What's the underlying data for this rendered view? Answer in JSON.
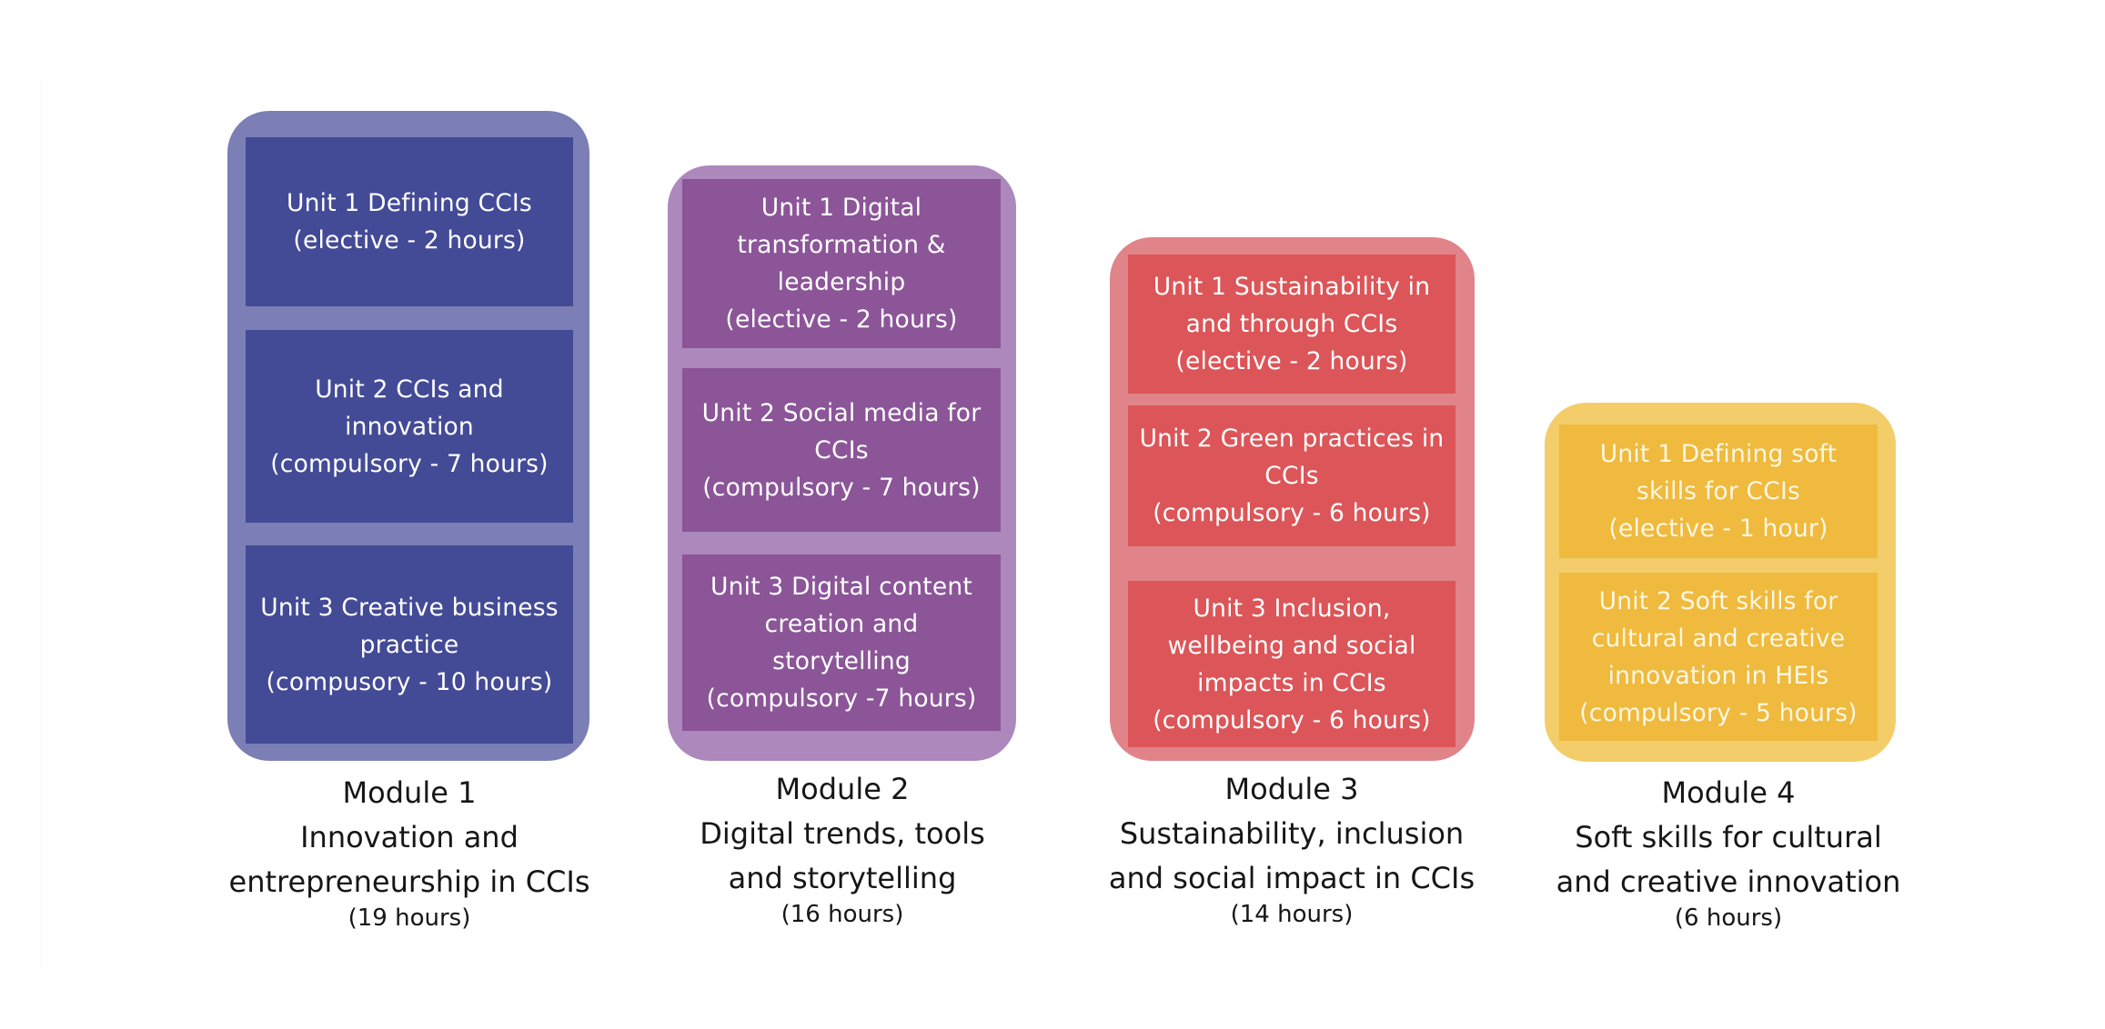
{
  "diagram": {
    "modules": [
      {
        "name": "Module 1",
        "title": "Innovation and\nentrepreneurship in CCIs",
        "hours": "(19 hours)",
        "colors": {
          "outer": "#7b7fb6",
          "inner": "#434a96"
        },
        "units": [
          {
            "text": "Unit 1 Defining CCIs\n(elective - 2 hours)"
          },
          {
            "text": "Unit 2 CCIs and\ninnovation\n(compulsory - 7 hours)"
          },
          {
            "text": "Unit 3 Creative business\npractice\n(compusory - 10 hours)"
          }
        ]
      },
      {
        "name": "Module 2",
        "title": "Digital trends, tools\nand storytelling",
        "hours": "(16 hours)",
        "colors": {
          "outer": "#ac88bd",
          "inner": "#8b5598"
        },
        "units": [
          {
            "text": "Unit 1 Digital\ntransformation &\nleadership\n(elective - 2 hours)"
          },
          {
            "text": "Unit 2 Social media for\nCCIs\n(compulsory - 7 hours)"
          },
          {
            "text": "Unit 3 Digital content\ncreation and\nstorytelling\n(compulsory -7 hours)"
          }
        ]
      },
      {
        "name": "Module 3",
        "title": "Sustainability, inclusion\nand social impact in CCIs",
        "hours": "(14 hours)",
        "colors": {
          "outer": "#e0848a",
          "inner": "#dc5558"
        },
        "units": [
          {
            "text": "Unit 1 Sustainability in\nand through CCIs\n(elective - 2 hours)"
          },
          {
            "text": "Unit 2 Green practices in\nCCIs\n(compulsory - 6 hours)"
          },
          {
            "text": "Unit 3 Inclusion,\nwellbeing and social\nimpacts in CCIs\n(compulsory - 6 hours)"
          }
        ]
      },
      {
        "name": "Module 4",
        "title": "Soft skills for cultural\nand creative innovation",
        "hours": "(6 hours)",
        "colors": {
          "outer": "#f2cd6a",
          "inner": "#efba3d"
        },
        "units": [
          {
            "text": "Unit 1 Defining soft\nskills for CCIs\n(elective - 1 hour)"
          },
          {
            "text": "Unit 2 Soft skills for\ncultural and creative\ninnovation in HEIs\n(compulsory - 5 hours)"
          }
        ]
      }
    ]
  }
}
